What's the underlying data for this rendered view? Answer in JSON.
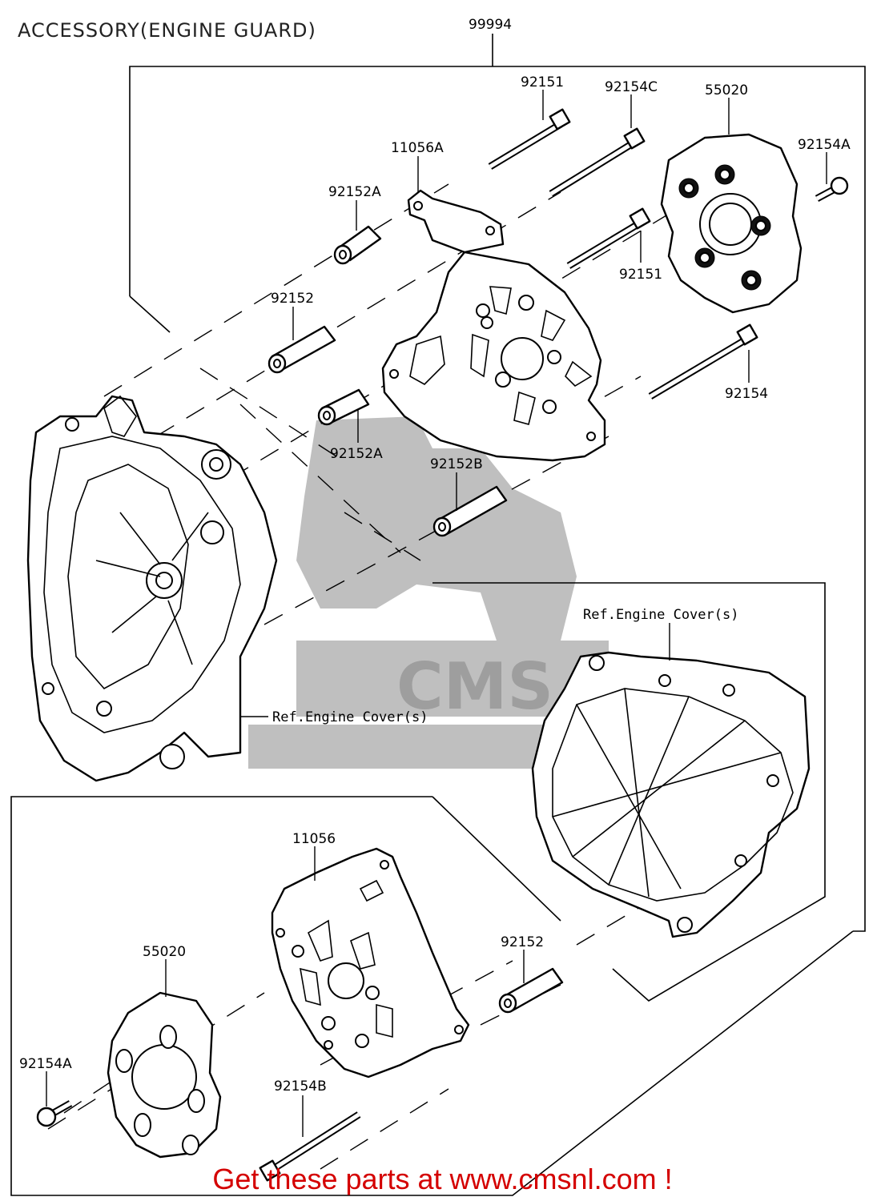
{
  "title": "ACCESSORY(ENGINE GUARD)",
  "footer": "Get these parts at www.cmsnl.com !",
  "watermark_text": "CMS",
  "labels": {
    "assembly": "99994",
    "bolt_top_1": "92151",
    "bolt_top_c": "92154C",
    "slider_top": "55020",
    "bolt_top_a": "92154A",
    "bracket_top": "11056A",
    "collar_top_a": "92152A",
    "bolt_top_2": "92151",
    "collar_top": "92152",
    "bolt_long_top": "92154",
    "collar_mid_a": "92152A",
    "collar_mid_b": "92152B",
    "ref_cover_right": "Ref.Engine Cover(s)",
    "ref_cover_left": "Ref.Engine Cover(s)",
    "bracket_bottom": "11056",
    "slider_bottom": "55020",
    "collar_bottom": "92152",
    "bolt_bottom_a": "92154A",
    "bolt_bottom_b": "92154B"
  },
  "colors": {
    "footer": "#d40000",
    "line": "#000000",
    "watermark": "#8a8a8a"
  }
}
